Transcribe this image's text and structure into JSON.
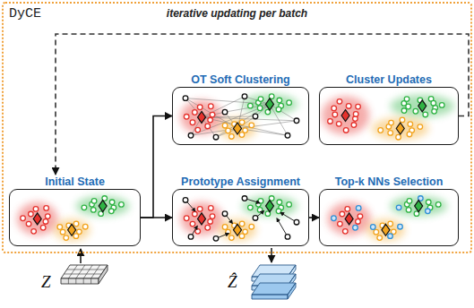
{
  "diagram": {
    "nodes": [
      {
        "text": [
          "DyCE",
          "iterative updating per batch"
        ]
      },
      {
        "text": [
          "Initial State"
        ],
        "in": 0
      },
      {
        "text": [
          "OT Soft Clustering"
        ],
        "in": 0
      },
      {
        "text": [
          "Cluster Updates"
        ],
        "in": 0
      },
      {
        "text": [
          "Prototype Assignment"
        ],
        "in": 0
      },
      {
        "text": [
          "Top-k NNs Selection"
        ],
        "in": 0
      }
    ],
    "edges": [
      {
        "from": 1,
        "to": 2,
        "arrow": "to"
      },
      {
        "from": 1,
        "to": 4,
        "arrow": "to"
      },
      {
        "from": 4,
        "to": 5,
        "arrow": "to"
      },
      {
        "from": 3,
        "to": 1,
        "arrow": "to"
      }
    ],
    "labels": [
      "Z",
      "Ẑ"
    ]
  }
}
